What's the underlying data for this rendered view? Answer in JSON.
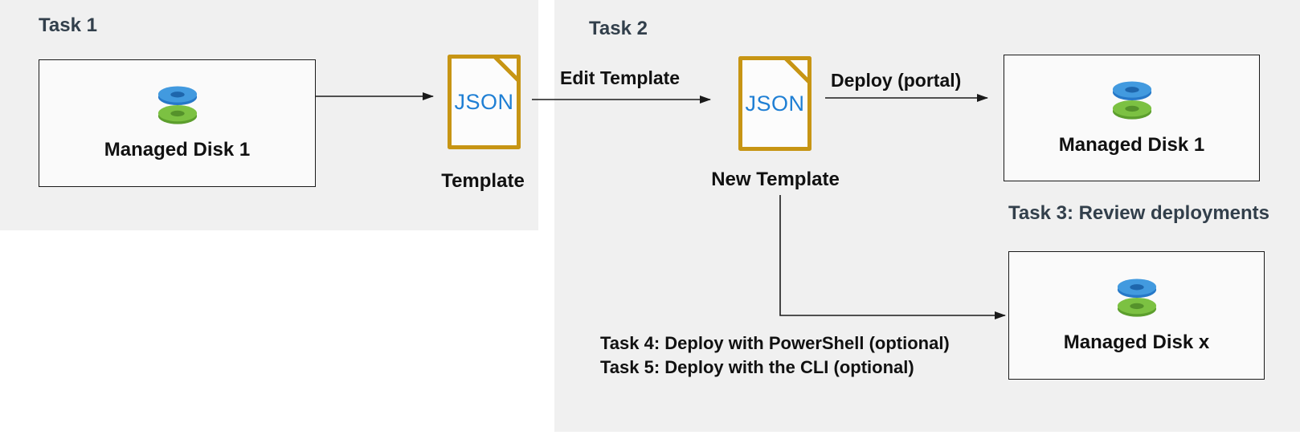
{
  "task1": {
    "title": "Task 1",
    "disk_label": "Managed Disk 1",
    "file_type": "JSON",
    "template_label": "Template"
  },
  "task2": {
    "title": "Task 2",
    "edit_arrow_label": "Edit Template",
    "file_type": "JSON",
    "new_template_label": "New Template",
    "deploy_arrow_label": "Deploy (portal)",
    "deployed_disk_label": "Managed Disk 1",
    "task3_label": "Task 3: Review deployments",
    "optional_disk_label": "Managed Disk x",
    "task4_label": "Task 4: Deploy with PowerShell (optional)",
    "task5_label": "Task 5: Deploy with the CLI (optional)"
  },
  "icons": {
    "managed_disk": "managed-disk-icon",
    "json_file": "json-file-icon"
  },
  "colors": {
    "panel_bg": "#F0F0F0",
    "box_bg": "#FAFAFA",
    "box_border": "#1a1a1a",
    "json_doc_border": "#C79514",
    "json_text_blue": "#1F7FD4",
    "disk_blue": "#429ADF",
    "disk_blue_rim": "#2678C8",
    "disk_green": "#7CC142",
    "disk_green_rim": "#5C9E2D",
    "task_title": "#323F4B",
    "label_black": "#111111",
    "arrow_black": "#1a1a1a"
  }
}
